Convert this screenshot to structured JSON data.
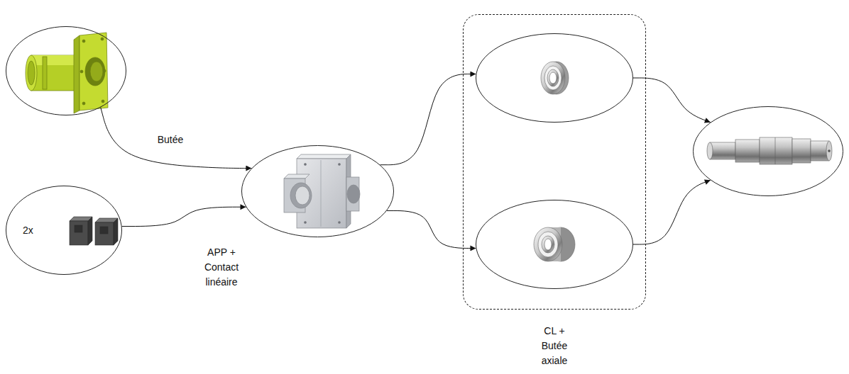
{
  "diagram": {
    "nodes": [
      {
        "text": []
      },
      {
        "text": [
          "2x"
        ]
      },
      {
        "text": []
      },
      {
        "text": [
          "CL + Butée axiale"
        ]
      },
      {
        "text": [],
        "in": 3
      },
      {
        "text": [],
        "in": 3
      },
      {
        "text": []
      }
    ],
    "edges": [
      {
        "from": 0,
        "to": 2,
        "arrow": "to",
        "label": "Butée"
      },
      {
        "from": 1,
        "to": 2,
        "arrow": "to",
        "label": "APP + Contact linéaire"
      },
      {
        "from": 2,
        "to": 4,
        "arrow": "to"
      },
      {
        "from": 2,
        "to": 5,
        "arrow": "to"
      },
      {
        "from": 4,
        "to": 6,
        "arrow": "to"
      },
      {
        "from": 5,
        "to": 6,
        "arrow": "to"
      }
    ]
  }
}
